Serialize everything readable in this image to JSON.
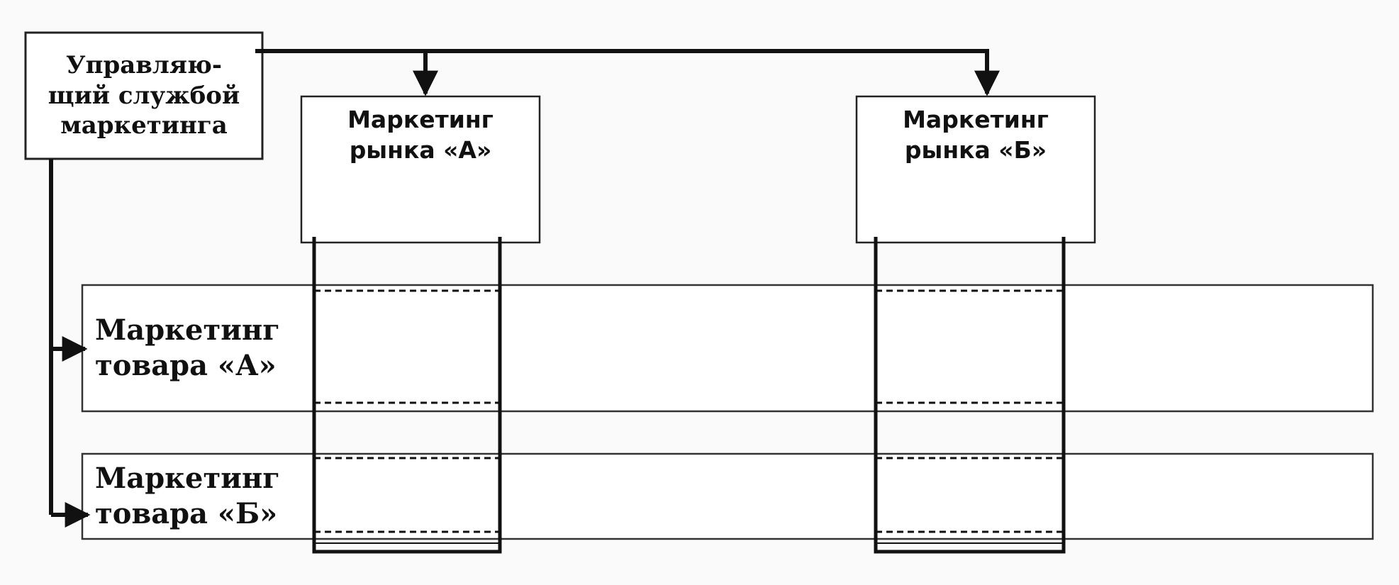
{
  "diagram": {
    "manager": {
      "label": "Управляю-\nщий службой\nмаркетинга"
    },
    "market_a": {
      "label": "Маркетинг\nрынка «А»"
    },
    "market_b": {
      "label": "Маркетинг\nрынка «Б»"
    },
    "product_a": {
      "label": "Маркетинг\nтовара «А»"
    },
    "product_b": {
      "label": "Маркетинг\nтовара «Б»"
    }
  },
  "colors": {
    "line": "#111111",
    "border": "#222222",
    "background": "#fafafa"
  }
}
